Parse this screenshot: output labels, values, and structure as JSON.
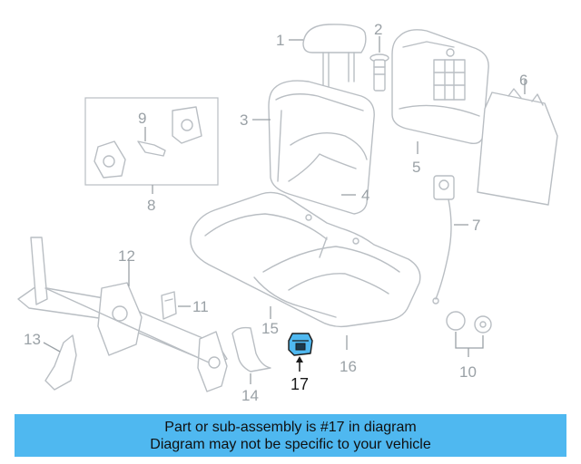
{
  "diagram": {
    "highlight_color": "#4fb8f0",
    "highlighted_part": "17",
    "callouts": [
      "1",
      "2",
      "3",
      "4",
      "5",
      "6",
      "7",
      "8",
      "9",
      "10",
      "11",
      "12",
      "13",
      "14",
      "15",
      "16",
      "17"
    ],
    "parts": [
      {
        "number": "1",
        "icon": "headrest-icon"
      },
      {
        "number": "2",
        "icon": "headrest-guide-icon"
      },
      {
        "number": "3",
        "icon": "seat-back-cover-icon"
      },
      {
        "number": "4",
        "icon": "seat-back-pad-icon"
      },
      {
        "number": "5",
        "icon": "seat-back-frame-icon"
      },
      {
        "number": "6",
        "icon": "back-panel-icon"
      },
      {
        "number": "7",
        "icon": "release-cable-icon"
      },
      {
        "number": "8",
        "icon": "bracket-group-icon"
      },
      {
        "number": "9",
        "icon": "bracket-icon"
      },
      {
        "number": "10",
        "icon": "cap-pair-icon"
      },
      {
        "number": "11",
        "icon": "clip-icon"
      },
      {
        "number": "12",
        "icon": "seat-track-icon"
      },
      {
        "number": "13",
        "icon": "side-bracket-icon"
      },
      {
        "number": "14",
        "icon": "cover-icon"
      },
      {
        "number": "15",
        "icon": "seat-cushion-pad-icon"
      },
      {
        "number": "16",
        "icon": "seat-cushion-cover-icon"
      },
      {
        "number": "17",
        "icon": "latch-cover-icon"
      }
    ]
  },
  "banner": {
    "line1": "Part or sub-assembly is #17 in diagram",
    "line2": "Diagram may not be specific to your vehicle",
    "background": "#4fb8f0"
  }
}
